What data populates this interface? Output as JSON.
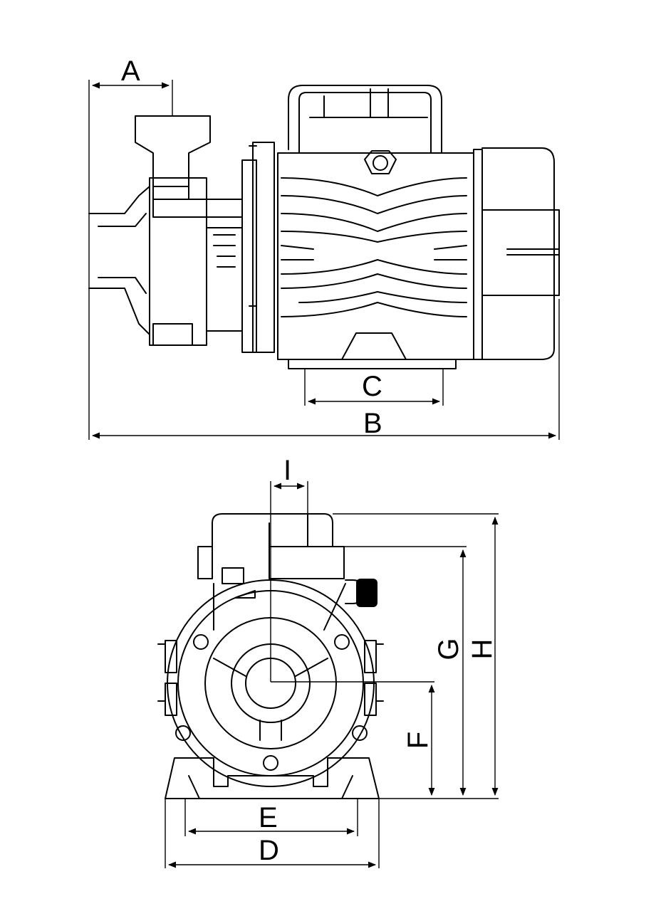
{
  "drawing": {
    "labels": {
      "A": "A",
      "B": "B",
      "C": "C",
      "D": "D",
      "E": "E",
      "F": "F",
      "G": "G",
      "H": "H",
      "I": "I"
    }
  }
}
